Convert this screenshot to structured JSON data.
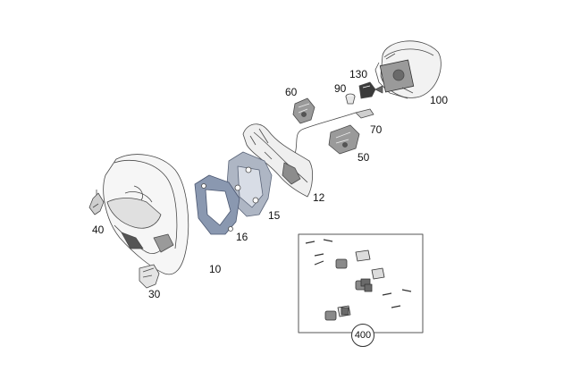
{
  "parts": [
    {
      "id": "p100",
      "label": "100",
      "name": "airbag-module"
    },
    {
      "id": "p130",
      "label": "130",
      "name": "clip"
    },
    {
      "id": "p90",
      "label": "90",
      "name": "spacer"
    },
    {
      "id": "p60",
      "label": "60",
      "name": "switch-left"
    },
    {
      "id": "p70",
      "label": "70",
      "name": "wiring-harness"
    },
    {
      "id": "p50",
      "label": "50",
      "name": "switch-right"
    },
    {
      "id": "p12",
      "label": "12",
      "name": "trim-cover"
    },
    {
      "id": "p15",
      "label": "15",
      "name": "carrier-plate"
    },
    {
      "id": "p16",
      "label": "16",
      "name": "frame-plate"
    },
    {
      "id": "p40",
      "label": "40",
      "name": "horn-contact"
    },
    {
      "id": "p10",
      "label": "10",
      "name": "steering-wheel"
    },
    {
      "id": "p30",
      "label": "30",
      "name": "lower-cover"
    }
  ],
  "kit": {
    "label": "400"
  },
  "colors": {
    "line": "#4a4a4a",
    "fill": "#e9e9e9",
    "dark": "#8a8a8a",
    "blue": "#8a98b0"
  }
}
